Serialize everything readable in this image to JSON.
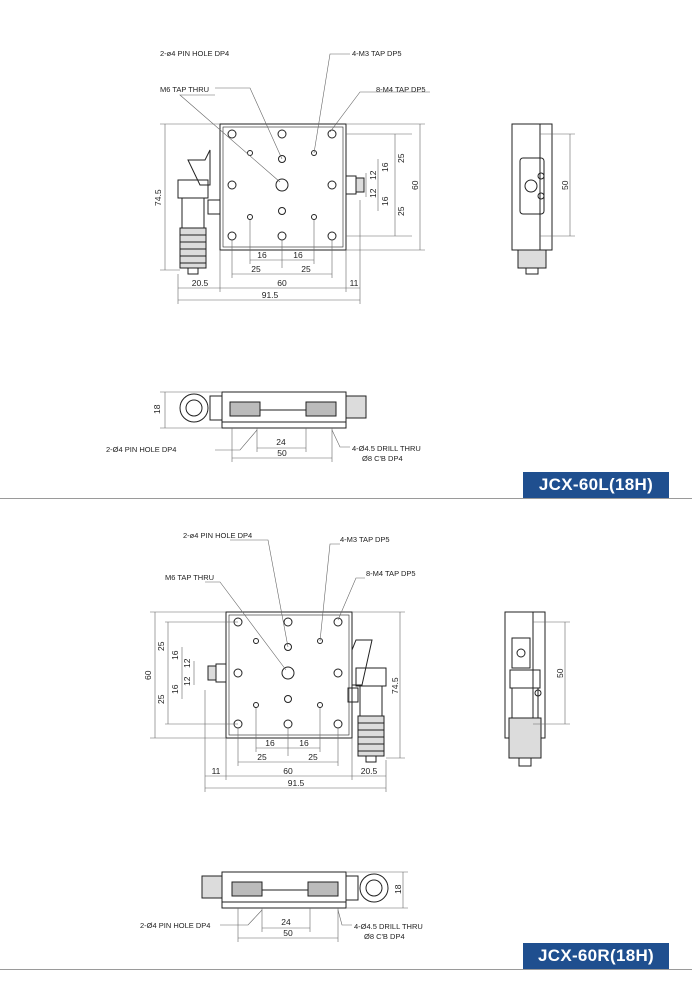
{
  "sections": [
    {
      "model": "JCX-60L(18H)",
      "notes": {
        "pin_hole": "2-ø4 PIN HOLE DP4",
        "m3_tap": "4-M3 TAP DP5",
        "m6_tap": "M6 TAP THRU",
        "m4_tap": "8-M4 TAP DP5",
        "side_pin_hole": "2-Ø4 PIN HOLE DP4",
        "drill": "4-Ø4.5 DRILL THRU",
        "cbore": "Ø8 C'B DP4"
      },
      "dims": {
        "height_total": "74.5",
        "h16a": "16",
        "h16b": "16",
        "h25a": "25",
        "h25b": "25",
        "width_total": "91.5",
        "w20": "20.5",
        "w60": "60",
        "w11": "11",
        "v25a": "25",
        "v25b": "25",
        "v12a": "12",
        "v12b": "12",
        "v16a": "16",
        "v16b": "16",
        "v60": "60",
        "side50": "50",
        "front18": "18",
        "front24": "24",
        "front50": "50"
      }
    },
    {
      "model": "JCX-60R(18H)",
      "notes": {
        "pin_hole": "2-ø4 PIN HOLE DP4",
        "m3_tap": "4-M3 TAP DP5",
        "m6_tap": "M6 TAP THRU",
        "m4_tap": "8-M4 TAP DP5",
        "side_pin_hole": "2-Ø4 PIN HOLE DP4",
        "drill": "4-Ø4.5 DRILL THRU",
        "cbore": "Ø8 C'B DP4"
      },
      "dims": {
        "height_total": "74.5",
        "h16a": "16",
        "h16b": "16",
        "h25a": "25",
        "h25b": "25",
        "width_total": "91.5",
        "w20": "20.5",
        "w60": "60",
        "w11": "11",
        "v25a": "25",
        "v25b": "25",
        "v12a": "12",
        "v12b": "12",
        "v16a": "16",
        "v16b": "16",
        "v60": "60",
        "side50": "50",
        "front18": "18",
        "front24": "24",
        "front50": "50"
      }
    }
  ],
  "colors": {
    "badge": "#1f4f8f",
    "line": "#222222",
    "dimline": "#666666"
  }
}
